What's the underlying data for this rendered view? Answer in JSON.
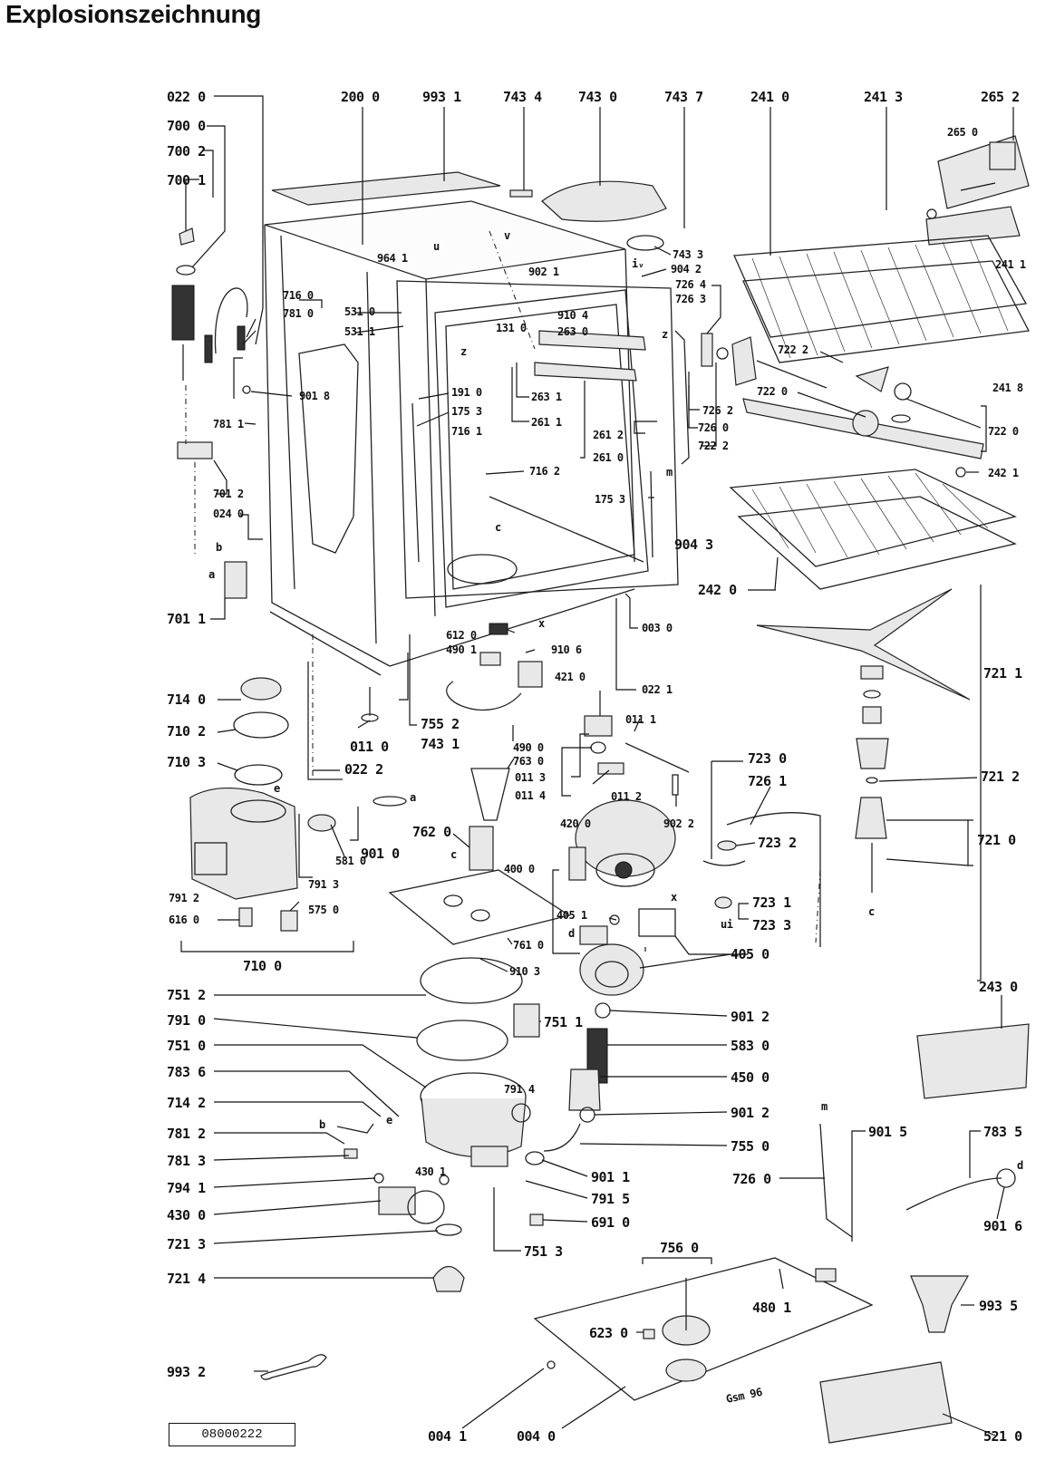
{
  "title": "Explosionszeichnung",
  "drawing_code": "08000222",
  "signature": "Gsm 96",
  "top_labels": [
    "022 0",
    "200 0",
    "993 1",
    "743 4",
    "743 0",
    "743 7",
    "241 0",
    "241 3",
    "265 2"
  ],
  "inner_labels": {
    "265_0": "265 0",
    "241_1": "241 1",
    "241_8": "241 8",
    "743_3": "743 3",
    "904_2": "904 2",
    "726_4": "726 4",
    "726_3": "726 3",
    "902_1": "902 1",
    "964_1": "964 1",
    "910_4": "910 4",
    "263_0": "263 0",
    "131_0": "131 0",
    "716_0": "716 0",
    "781_0": "781 0",
    "531_0": "531 0",
    "531_1": "531 1",
    "901_8": "901 8",
    "191_0": "191 0",
    "175_3a": "175 3",
    "716_1": "716 1",
    "263_1": "263 1",
    "261_1": "261 1",
    "261_2": "261 2",
    "261_0": "261 0",
    "716_2": "716 2",
    "726_2": "726 2",
    "726_0a": "726 0",
    "722_2a": "722 2",
    "722_2b": "722 2",
    "722_0a": "722 0",
    "722_0b": "722 0",
    "242_1": "242 1",
    "175_3b": "175 3",
    "904_3": "904 3",
    "242_0": "242 0",
    "781_1": "781 1",
    "701_2": "701 2",
    "024_0": "024 0",
    "701_1": "701 1",
    "612_0": "612 0",
    "490_1": "490 1",
    "910_6": "910 6",
    "421_0": "421 0",
    "003_0": "003 0",
    "022_1": "022 1",
    "721_1": "721 1",
    "714_0": "714 0",
    "710_2": "710 2",
    "710_3": "710 3",
    "755_2": "755 2",
    "743_1": "743 1",
    "011_0": "011 0",
    "022_2": "022 2",
    "490_0": "490 0",
    "763_0": "763 0",
    "011_3": "011 3",
    "011_4": "011 4",
    "011_1": "011 1",
    "011_2": "011 2",
    "902_2": "902 2",
    "723_0": "723 0",
    "726_1": "726 1",
    "721_2": "721 2",
    "420_0": "420 0",
    "762_0": "762 0",
    "581_0": "581 0",
    "901_0": "901 0",
    "791_3": "791 3",
    "575_0": "575 0",
    "791_2": "791 2",
    "616_0": "616 0",
    "710_0": "710 0",
    "400_0": "400 0",
    "405_1": "405 1",
    "723_2": "723 2",
    "721_0": "721 0",
    "723_1": "723 1",
    "723_3": "723 3",
    "761_0": "761 0",
    "910_3": "910 3",
    "405_0": "405 0",
    "751_2": "751 2",
    "791_0": "791 0",
    "751_0": "751 0",
    "783_6": "783 6",
    "714_2": "714 2",
    "781_2": "781 2",
    "781_3": "781 3",
    "794_1": "794 1",
    "430_0": "430 0",
    "721_3": "721 3",
    "721_4": "721 4",
    "430_1": "430 1",
    "791_4": "791 4",
    "751_1": "751 1",
    "901_2a": "901 2",
    "583_0": "583 0",
    "450_0": "450 0",
    "901_2b": "901 2",
    "755_0": "755 0",
    "901_1": "901 1",
    "791_5": "791 5",
    "691_0": "691 0",
    "751_3": "751 3",
    "243_0": "243 0",
    "901_5": "901 5",
    "783_5": "783 5",
    "726_0b": "726 0",
    "901_6": "901 6",
    "756_0": "756 0",
    "480_1": "480 1",
    "993_5": "993 5",
    "623_0": "623 0",
    "993_2": "993 2",
    "004_1": "004 1",
    "004_0": "004 0",
    "521_0": "521 0"
  },
  "letters": {
    "u": "u",
    "v": "v",
    "iv": "iᵥ",
    "z": "z",
    "a": "a",
    "b": "b",
    "c": "c",
    "x": "x",
    "d": "d",
    "e": "e",
    "ui": "ui",
    "m": "m"
  }
}
